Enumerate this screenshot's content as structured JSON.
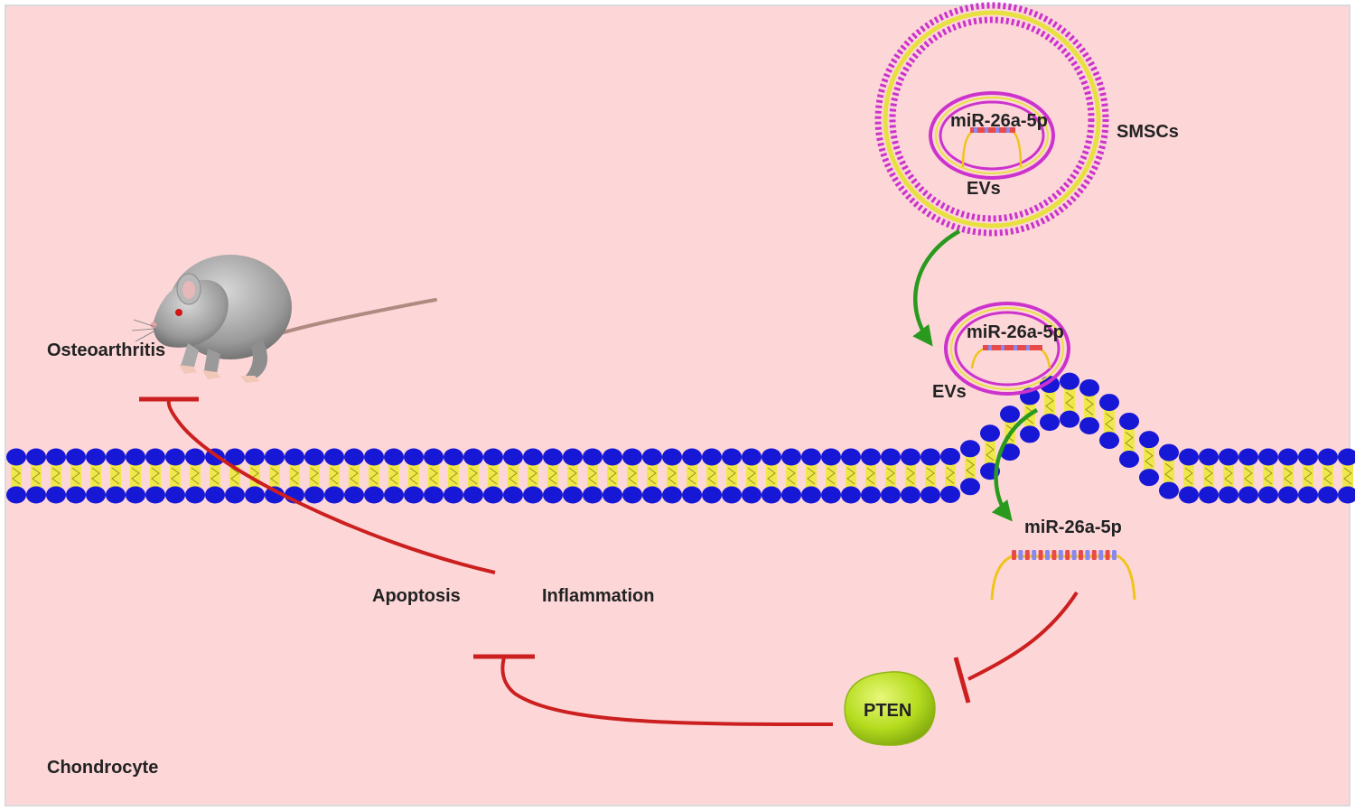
{
  "labels": {
    "smscs": "SMSCs",
    "evs_top": "EVs",
    "mirna_top": "miR-26a-5p",
    "mirna_mid": "miR-26a-5p",
    "evs_mid": "EVs",
    "mirna_bottom": "miR-26a-5p",
    "osteoarthritis": "Osteoarthritis",
    "apoptosis": "Apoptosis",
    "inflammation": "Inflammation",
    "pten": "PTEN",
    "chondrocyte": "Chondrocyte"
  },
  "colors": {
    "background": "#fdd7d8",
    "border": "#d9d9d9",
    "lipid_head": "#1717d6",
    "lipid_tail": "#f0e84a",
    "vesicle_magenta": "#cc33cc",
    "vesicle_yellow": "#e8e040",
    "activation_arrow": "#2a9a1e",
    "inhibition_line": "#cc1f1f",
    "pten_fill": "#b5dc1e"
  }
}
